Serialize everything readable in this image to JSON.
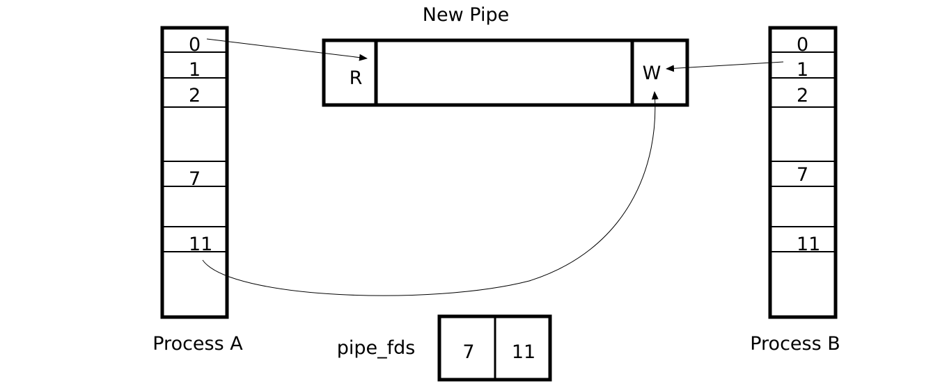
{
  "pipe": {
    "title": "New Pipe",
    "read_end": "R",
    "write_end": "W"
  },
  "process_a": {
    "label": "Process A",
    "fds": [
      "0",
      "1",
      "2",
      "7",
      "11"
    ]
  },
  "process_b": {
    "label": "Process B",
    "fds": [
      "0",
      "1",
      "2",
      "7",
      "11"
    ]
  },
  "pipe_fds": {
    "label": "pipe_fds",
    "values": [
      "7",
      "11"
    ]
  }
}
